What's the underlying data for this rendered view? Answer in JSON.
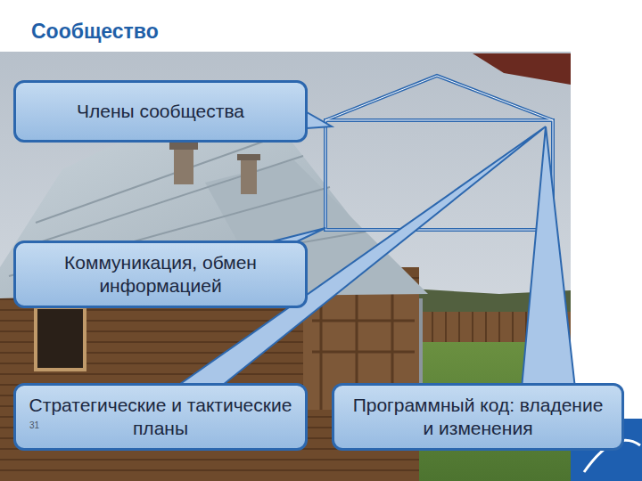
{
  "diagram": {
    "title": "Сообщество",
    "nodes": [
      {
        "text": [
          "Члены сообщества"
        ]
      },
      {
        "text": [
          "Коммуникация, обмен информацией"
        ]
      },
      {
        "text": [
          "Стратегические и тактические планы"
        ]
      },
      {
        "text": [
          "Программный код: владение и изменения"
        ]
      }
    ],
    "labels": [
      "31"
    ]
  }
}
